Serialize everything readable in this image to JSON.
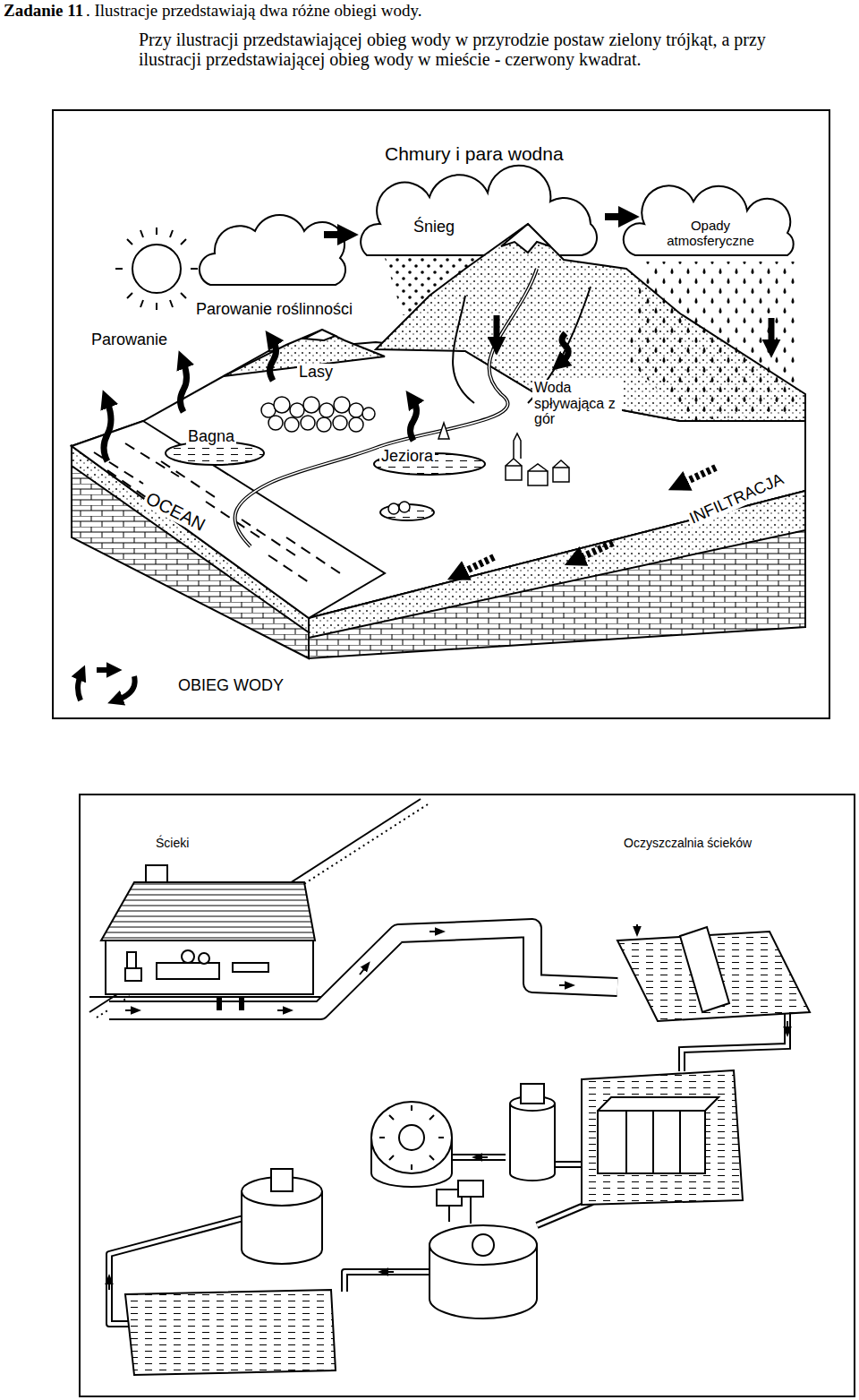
{
  "diagram": {
    "title": "Zadanie 11",
    "nodes": [
      {
        "text": [
          "Chmury i para wodna",
          "Śnieg",
          "Opady atmosferyczne",
          "Parowanie roślinności",
          "Parowanie",
          "Lasy",
          "Bagna",
          "Jeziora",
          "Woda spływająca z gór",
          "OCEAN",
          "INFILTRACJA",
          "OBIEG WODY"
        ]
      },
      {
        "text": [
          "Ścieki",
          "Oczyszczalnia ścieków"
        ]
      }
    ],
    "labels": [
      ". Ilustracje przedstawiają dwa różne obiegi wody.",
      "Przy ilustracji przedstawiającej obieg wody w przyrodzie postaw zielony trójkąt, a przy ilustracji przedstawiającej obieg wody w mieście - czerwony kwadrat."
    ]
  }
}
